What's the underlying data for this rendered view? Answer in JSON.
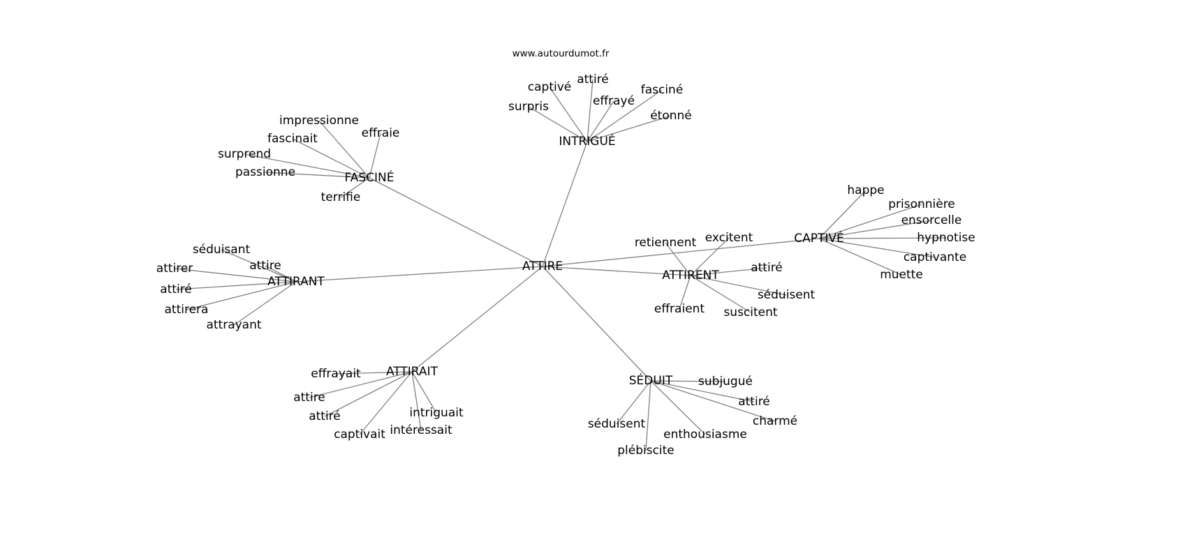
{
  "watermark": "www.autourdumot.fr",
  "colors": {
    "edge": "#808080",
    "text": "#000000"
  },
  "graph": {
    "center": "ATTIRE",
    "clusters": [
      {
        "label": "FASCINÉ",
        "children": [
          "impressionne",
          "effraie",
          "fascinait",
          "surprend",
          "passionne",
          "terrifie"
        ]
      },
      {
        "label": "INTRIGUÉ",
        "children": [
          "captivé",
          "attiré",
          "fasciné",
          "effrayé",
          "surpris",
          "étonné"
        ]
      },
      {
        "label": "CAPTIVÉ",
        "children": [
          "happe",
          "prisonnière",
          "ensorcelle",
          "hypnotise",
          "captivante",
          "muette"
        ]
      },
      {
        "label": "ATTIRENT",
        "children": [
          "retiennent",
          "excitent",
          "attiré",
          "séduisent",
          "effraient",
          "suscitent"
        ]
      },
      {
        "label": "ATTIRANT",
        "children": [
          "séduisant",
          "attire",
          "attirer",
          "attiré",
          "attirera",
          "attrayant"
        ]
      },
      {
        "label": "ATTIRAIT",
        "children": [
          "effrayait",
          "attire",
          "attiré",
          "captivait",
          "intriguait",
          "intéressait"
        ]
      },
      {
        "label": "SÉDUIT",
        "children": [
          "subjugué",
          "attiré",
          "charmé",
          "enthousiasme",
          "plébiscite",
          "séduisent"
        ]
      }
    ]
  }
}
